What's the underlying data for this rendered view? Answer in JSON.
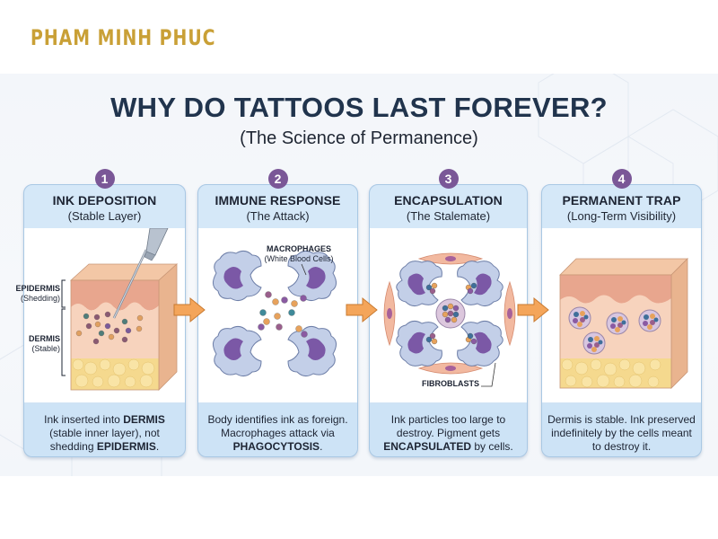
{
  "brand": "PHAM MINH PHUC",
  "title": "WHY DO TATTOOS LAST FOREVER?",
  "subtitle": "(The Science of Permanence)",
  "colors": {
    "brand": "#c9a036",
    "title": "#21344d",
    "badge": "#7a5797",
    "panel": "#cfe3f5",
    "arrow": "#f4a55a"
  },
  "steps": [
    {
      "number": "1",
      "title": "INK DEPOSITION",
      "subtitle": "(Stable Layer)",
      "labels": {
        "epidermis": "EPIDERMIS",
        "epidermis_note": "(Shedding)",
        "dermis": "DERMIS",
        "dermis_note": "(Stable)"
      },
      "desc_parts": [
        "Ink inserted into ",
        "DERMIS",
        " (stable inner layer), not shedding ",
        "EPIDERMIS",
        "."
      ]
    },
    {
      "number": "2",
      "title": "IMMUNE RESPONSE",
      "subtitle": "(The Attack)",
      "labels": {
        "macrophages": "MACROPHAGES",
        "macrophages_note": "(White Blood Cells)"
      },
      "desc_parts": [
        "Body identifies ink as foreign. Macrophages attack via ",
        "PHAGOCYTOSIS",
        "."
      ]
    },
    {
      "number": "3",
      "title": "ENCAPSULATION",
      "subtitle": "(The Stalemate)",
      "labels": {
        "fibroblasts": "FIBROBLASTS"
      },
      "desc_parts": [
        "Ink particles too large to destroy. Pigment gets ",
        "ENCAPSULATED",
        " by cells."
      ]
    },
    {
      "number": "4",
      "title": "PERMANENT TRAP",
      "subtitle": "(Long-Term Visibility)",
      "desc_parts": [
        "Dermis is stable. Ink preserved indefinitely by the cells meant to destroy it."
      ]
    }
  ]
}
